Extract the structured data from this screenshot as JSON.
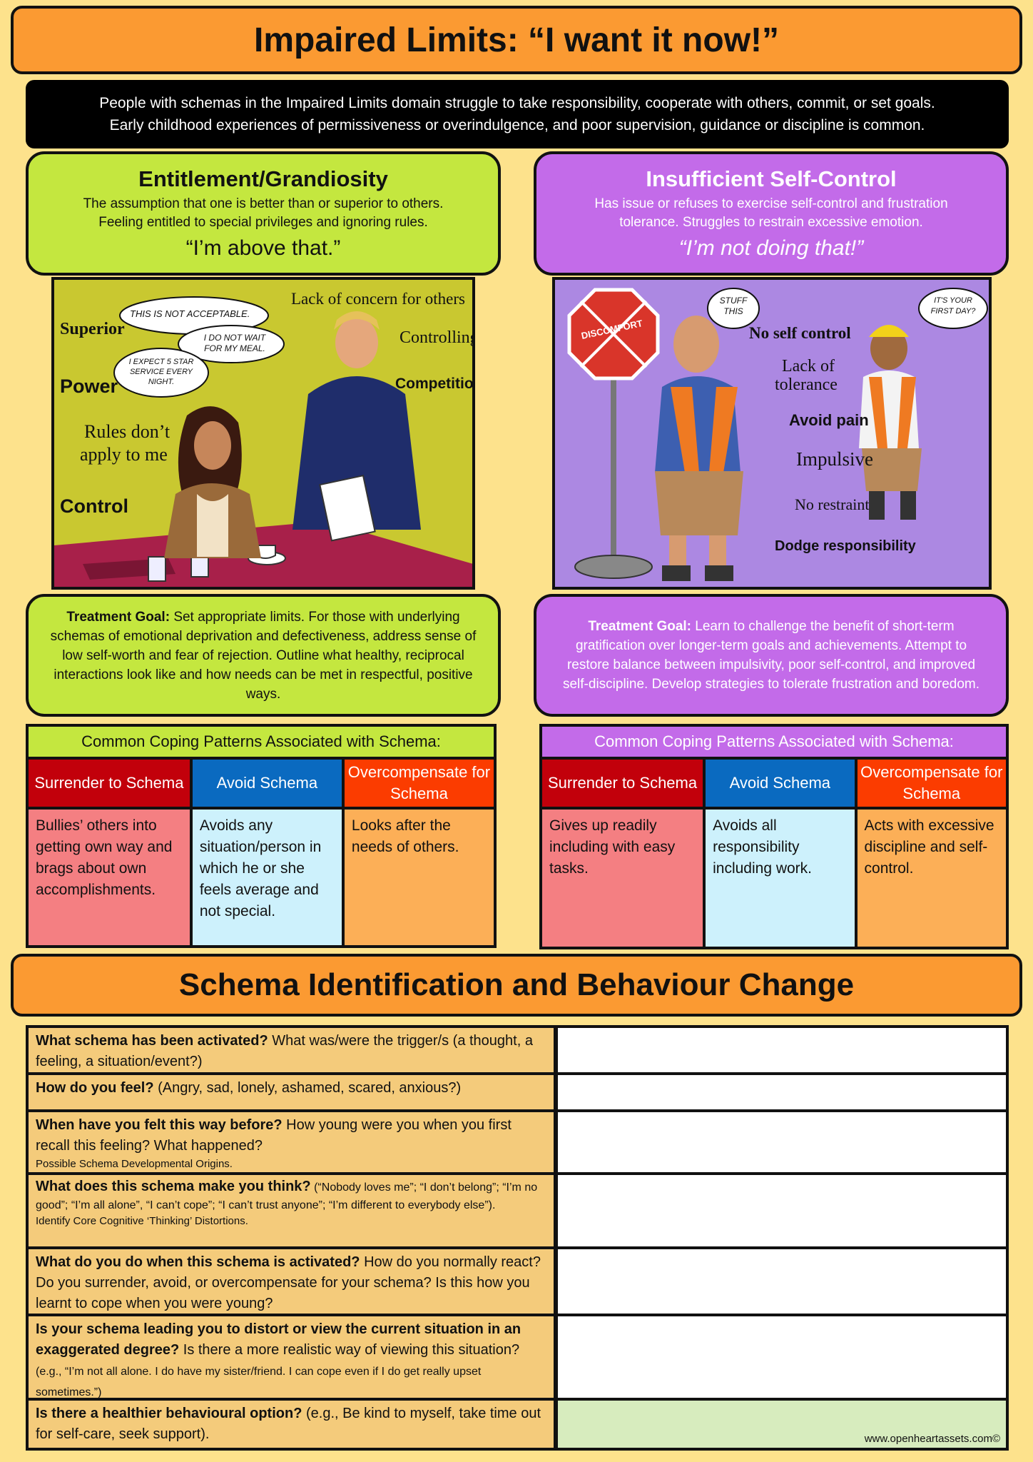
{
  "title": "Impaired Limits: “I want it now!”",
  "intro": {
    "line1": "People with schemas in the Impaired Limits domain struggle to take responsibility, cooperate with others, commit, or set goals.",
    "line2": "Early childhood experiences of permissiveness or overindulgence, and poor supervision, guidance or discipline is common."
  },
  "entitlement": {
    "heading": "Entitlement/Grandiosity",
    "desc1": "The assumption that one is better than or superior to others.",
    "desc2": "Feeling entitled to special privileges and ignoring rules.",
    "quote": "“I’m above that.”",
    "illustration": {
      "words": [
        "Lack of concern for others",
        "Superior",
        "Controlling",
        "Power",
        "Competition",
        "Rules don’t",
        "apply to me",
        "Control"
      ],
      "speech1": "THIS IS NOT ACCEPTABLE.",
      "speech2": "I DO NOT WAIT FOR MY MEAL.",
      "speech3": "I EXPECT 5 STAR SERVICE EVERY NIGHT."
    },
    "goal_label": "Treatment Goal:",
    "goal_text": "Set appropriate limits. For those with underlying schemas of emotional deprivation and defectiveness, address sense of low self-worth and fear of rejection. Outline what healthy, reciprocal interactions look like and how needs can be met in respectful, positive ways.",
    "coping": {
      "header": "Common Coping Patterns Associated with Schema:",
      "surrender_label": "Surrender to Schema",
      "avoid_label": "Avoid Schema",
      "over_label": "Overcompensate for Schema",
      "surrender_text": "Bullies’ others into getting own way and brags about own accomplishments.",
      "avoid_text": "Avoids any situation/person in which he or she feels average and not special.",
      "over_text": "Looks after the needs of others."
    }
  },
  "self_control": {
    "heading": "Insufficient Self-Control",
    "desc1": "Has issue or refuses to exercise self-control and frustration",
    "desc2": "tolerance. Struggles to restrain excessive emotion.",
    "quote": "“I’m not doing that!”",
    "illustration": {
      "words": [
        "No self control",
        "Lack of",
        "tolerance",
        "Avoid pain",
        "Impulsive",
        "No restraint",
        "Dodge responsibility"
      ],
      "sign": "DISCOMFORT",
      "speech1": "STUFF THIS",
      "speech2": "IT'S YOUR FIRST DAY?"
    },
    "goal_label": "Treatment Goal:",
    "goal_text": "Learn to challenge the benefit of short-term gratification over longer-term goals and achievements. Attempt to restore balance between impulsivity, poor self-control, and improved self-discipline. Develop strategies to tolerate frustration and boredom.",
    "coping": {
      "header": "Common Coping Patterns Associated with Schema:",
      "surrender_label": "Surrender to Schema",
      "avoid_label": "Avoid Schema",
      "over_label": "Overcompensate for Schema",
      "surrender_text": "Gives up readily including with easy tasks.",
      "avoid_text": "Avoids all responsibility including work.",
      "over_text": "Acts with excessive discipline and self-control."
    }
  },
  "section_title": "Schema Identification and Behaviour Change",
  "worksheet": [
    {
      "bold": "What schema has been activated?",
      "text": " What was/were the trigger/s (a thought, a feeling, a situation/event?)",
      "small": "",
      "note": ""
    },
    {
      "bold": "How do you feel?",
      "text": " (Angry, sad, lonely, ashamed, scared, anxious?)",
      "small": "",
      "note": ""
    },
    {
      "bold": "When have you felt this way before?",
      "text": " How young were you when you first recall this feeling? What happened?",
      "small": "",
      "note": "Possible Schema Developmental Origins."
    },
    {
      "bold": "What does this schema make you think?",
      "text": "",
      "small": " (“Nobody loves me”; “I don’t belong”; “I’m no good”; “I’m all alone”, “I can’t cope”; “I can’t trust anyone”; “I’m different to everybody else”).",
      "note": "Identify Core Cognitive ‘Thinking’ Distortions."
    },
    {
      "bold": "What do you do when this schema is activated?",
      "text": " How do you normally react? Do you surrender, avoid, or overcompensate for your schema? Is this how you learnt to cope when you were young?",
      "small": "",
      "note": ""
    },
    {
      "bold": "Is your schema leading you to distort or view the current situation in an exaggerated degree?",
      "text": " Is there a more realistic way of viewing this situation?",
      "small": " (e.g., “I’m not all alone. I do have my sister/friend. I can cope even if I do get really upset sometimes.”)",
      "note": ""
    },
    {
      "bold": "Is there a healthier behavioural option?",
      "text": " (e.g., Be kind to myself, take time out for self-care, seek support).",
      "small": "",
      "note": ""
    }
  ],
  "footer": "www.openheartassets.com©",
  "colors": {
    "background": "#fde28c",
    "banner": "#fb9a32",
    "entitlement": "#c4e73f",
    "self_control": "#c36be9",
    "surrender": "#c2000b",
    "avoid": "#0a6ac0",
    "overcompensate": "#fb3c00"
  }
}
